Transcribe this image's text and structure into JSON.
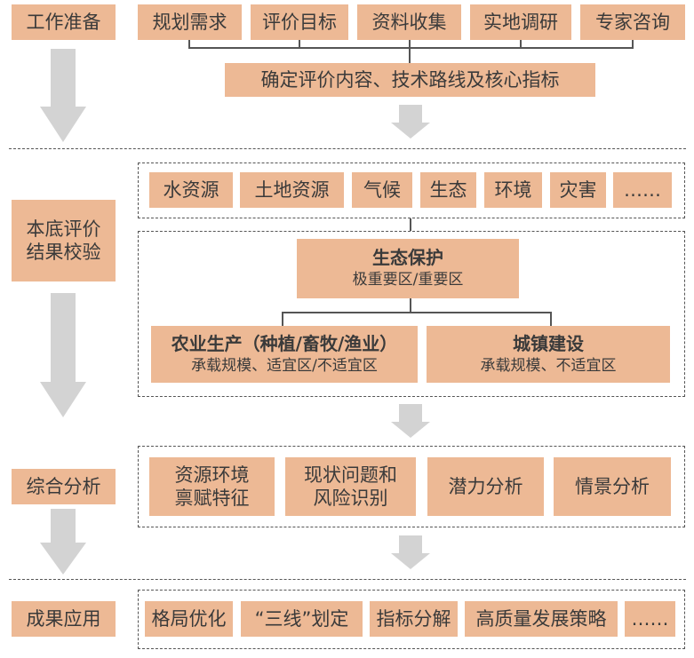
{
  "stages": {
    "work_prep": "工作准备",
    "baseline_check": "本底评价结果校验",
    "synthesis": "综合分析",
    "application": "成果应用"
  },
  "prep": {
    "items": [
      "规划需求",
      "评价目标",
      "资料收集",
      "实地调研",
      "专家咨询"
    ],
    "result": "确定评价内容、技术路线及核心指标"
  },
  "baseline": {
    "factors": [
      "水资源",
      "土地资源",
      "气候",
      "生态",
      "环境",
      "灾害",
      "……"
    ],
    "eco": {
      "title": "生态保护",
      "sub": "极重要区/重要区"
    },
    "agri": {
      "title": "农业生产（种植/畜牧/渔业）",
      "sub": "承载规模、适宜区/不适宜区"
    },
    "urban": {
      "title": "城镇建设",
      "sub": "承载规模、不适宜区"
    }
  },
  "analysis": {
    "items": [
      {
        "l1": "资源环境",
        "l2": "禀赋特征"
      },
      {
        "l1": "现状问题和",
        "l2": "风险识别"
      },
      {
        "l1": "潜力分析",
        "l2": ""
      },
      {
        "l1": "情景分析",
        "l2": ""
      }
    ]
  },
  "apply": {
    "items": [
      "格局优化",
      "“三线”划定",
      "指标分解",
      "高质量发展策略",
      "……"
    ]
  },
  "colors": {
    "box": "#edb995",
    "arrow": "#d3d3d3",
    "line": "#555555"
  }
}
